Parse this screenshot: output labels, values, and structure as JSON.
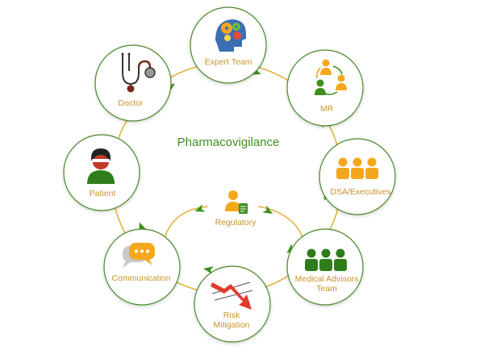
{
  "diagram": {
    "title": "Pharmacovigilance",
    "center_node": {
      "label": "Regulatory",
      "icon": "officer-with-document-icon"
    },
    "nodes": [
      {
        "id": "expert-team",
        "label_lines": [
          "Expert Team"
        ],
        "icon": "brain-gears-icon"
      },
      {
        "id": "mr",
        "label_lines": [
          "MR"
        ],
        "icon": "people-cycle-icon"
      },
      {
        "id": "dsa-executives",
        "label_lines": [
          "DSA/Executives"
        ],
        "icon": "three-people-icon"
      },
      {
        "id": "medical-advisors-team",
        "label_lines": [
          "Medical Advisors",
          "Team"
        ],
        "icon": "three-people-green-icon"
      },
      {
        "id": "risk-mitigation",
        "label_lines": [
          "Risk",
          "Mitigation"
        ],
        "icon": "falling-arrow-chart-icon"
      },
      {
        "id": "communication",
        "label_lines": [
          "Communication"
        ],
        "icon": "speech-bubbles-icon"
      },
      {
        "id": "patient",
        "label_lines": [
          "Patient"
        ],
        "icon": "patient-person-icon"
      },
      {
        "id": "doctor",
        "label_lines": [
          "Doctor"
        ],
        "icon": "stethoscope-icon"
      }
    ],
    "colors": {
      "ring": "#e3b33c",
      "arrow": "#3e8f1c",
      "node_border": "#4a8a2a",
      "label": "#c8932a",
      "title": "#3f8f1e",
      "icon_orange": "#f3a81c",
      "icon_green": "#3e8f1c"
    }
  }
}
